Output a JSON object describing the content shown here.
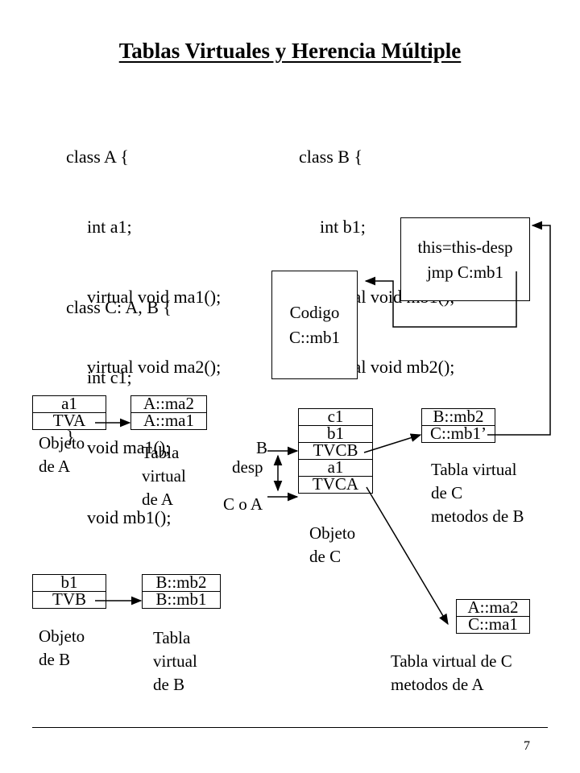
{
  "title": "Tablas Virtuales y Herencia Múltiple",
  "class_a": [
    "class A {",
    "int a1;",
    "virtual void ma1();",
    "virtual void ma2();",
    "}"
  ],
  "class_b": [
    "class B {",
    "int b1;",
    "virtual void mb1();",
    "virtual void mb2();",
    "}"
  ],
  "class_c": [
    "class C: A, B {",
    "int c1;",
    "void ma1();",
    "void mb1();",
    "}"
  ],
  "obj_a": {
    "cells": [
      "a1",
      "TVA"
    ],
    "label": "Objeto\nde A"
  },
  "vt_a": {
    "cells": [
      "A::ma2",
      "A::ma1"
    ],
    "label": "Tabla\nvirtual\nde A"
  },
  "obj_b": {
    "cells": [
      "b1",
      "TVB"
    ],
    "label": "Objeto\nde B"
  },
  "vt_b": {
    "cells": [
      "B::mb2",
      "B::mb1"
    ],
    "label": "Tabla\nvirtual\nde B"
  },
  "obj_c": {
    "cells": [
      "c1",
      "b1",
      "TVCB",
      "a1",
      "TVCA"
    ],
    "label": "Objeto\nde C"
  },
  "offset_labels": {
    "b": "B",
    "desp": "desp",
    "c_o_a": "C o A"
  },
  "vt_c_b": {
    "cells": [
      "B::mb2",
      "C::mb1’"
    ],
    "label": "Tabla virtual\nde C\nmetodos de B"
  },
  "vt_c_a": {
    "cells": [
      "A::ma2",
      "C::ma1"
    ],
    "label": "Tabla virtual de C\nmetodos de A"
  },
  "code_box": [
    "Codigo",
    "C::mb1"
  ],
  "thunk_box": [
    "this=this-desp",
    "jmp C:mb1"
  ],
  "page_number": "7"
}
